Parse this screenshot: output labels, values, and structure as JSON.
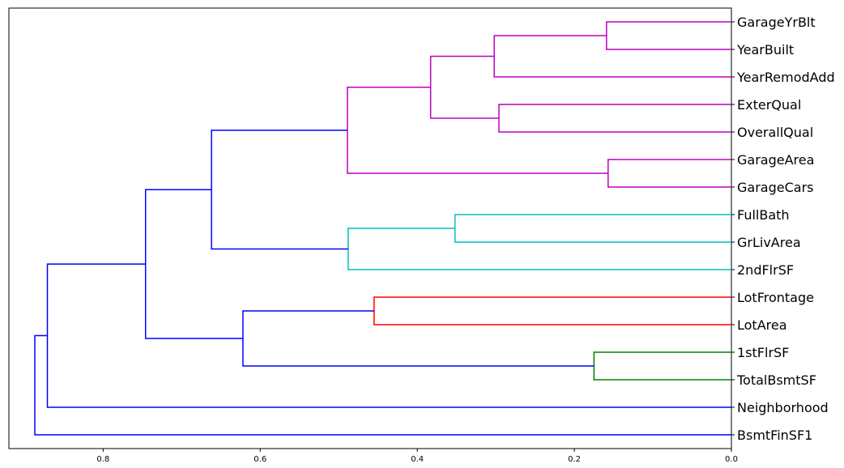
{
  "chart_data": {
    "type": "dendrogram",
    "orientation": "left",
    "xlim": [
      0.92,
      0.0
    ],
    "x_ticks": [
      {
        "value": 0.8,
        "label": "0.8"
      },
      {
        "value": 0.6,
        "label": "0.6"
      },
      {
        "value": 0.4,
        "label": "0.4"
      },
      {
        "value": 0.2,
        "label": "0.2"
      },
      {
        "value": 0.0,
        "label": "0.0"
      }
    ],
    "leaves": [
      "GarageYrBlt",
      "YearBuilt",
      "YearRemodAdd",
      "ExterQual",
      "OverallQual",
      "GarageArea",
      "GarageCars",
      "FullBath",
      "GrLivArea",
      "2ndFlrSF",
      "LotFrontage",
      "LotArea",
      "1stFlrSF",
      "TotalBsmtSF",
      "Neighborhood",
      "BsmtFinSF1"
    ],
    "merges": [
      {
        "id": "m1",
        "left": "L0",
        "right": "L1",
        "height": 0.159,
        "color": "#bf00bf"
      },
      {
        "id": "m2",
        "left": "m1",
        "right": "L2",
        "height": 0.302,
        "color": "#bf00bf"
      },
      {
        "id": "m3",
        "left": "L3",
        "right": "L4",
        "height": 0.296,
        "color": "#bf00bf"
      },
      {
        "id": "m4",
        "left": "m2",
        "right": "m3",
        "height": 0.383,
        "color": "#bf00bf"
      },
      {
        "id": "m5",
        "left": "L5",
        "right": "L6",
        "height": 0.157,
        "color": "#bf00bf"
      },
      {
        "id": "m6",
        "left": "m4",
        "right": "m5",
        "height": 0.489,
        "color": "#bf00bf"
      },
      {
        "id": "m7",
        "left": "L7",
        "right": "L8",
        "height": 0.352,
        "color": "#00bfbf"
      },
      {
        "id": "m8",
        "left": "m7",
        "right": "L9",
        "height": 0.488,
        "color": "#00bfbf"
      },
      {
        "id": "m9",
        "left": "m6",
        "right": "m8",
        "height": 0.662,
        "color": "#0000ff"
      },
      {
        "id": "m10",
        "left": "L10",
        "right": "L11",
        "height": 0.455,
        "color": "#ff0000"
      },
      {
        "id": "m11",
        "left": "L12",
        "right": "L13",
        "height": 0.175,
        "color": "#008000"
      },
      {
        "id": "m12",
        "left": "m10",
        "right": "m11",
        "height": 0.622,
        "color": "#0000ff"
      },
      {
        "id": "m13",
        "left": "m9",
        "right": "m12",
        "height": 0.746,
        "color": "#0000ff"
      },
      {
        "id": "m14",
        "left": "m13",
        "right": "L14",
        "height": 0.871,
        "color": "#0000ff"
      },
      {
        "id": "m15",
        "left": "m14",
        "right": "L15",
        "height": 0.887,
        "color": "#0000ff"
      }
    ],
    "title": "",
    "xlabel": "",
    "ylabel": "",
    "grid": false,
    "legend": "none"
  }
}
